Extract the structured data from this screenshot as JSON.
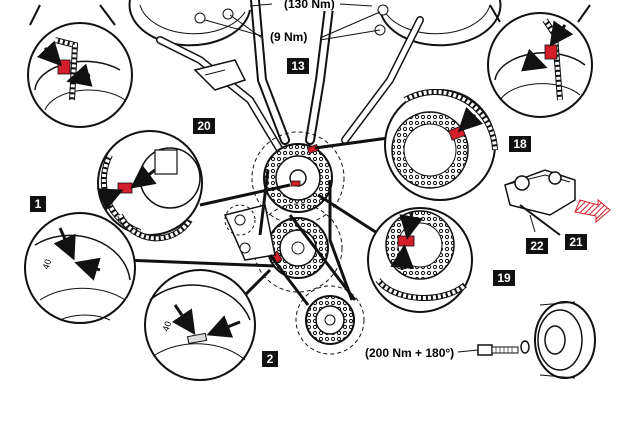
{
  "callouts": {
    "c1": "1",
    "c2": "2",
    "c13": "13",
    "c18": "18",
    "c19": "19",
    "c20": "20",
    "c21": "21",
    "c22": "22"
  },
  "torques": {
    "top": "(130 Nm)",
    "upper": "(9 Nm)",
    "crank": "(200 Nm + 180°)"
  },
  "colors": {
    "mark": "#d21f2b",
    "line": "#111111",
    "fill": "#ffffff"
  },
  "icons": {
    "hatch_arrow": "hatched-arrow-icon"
  }
}
